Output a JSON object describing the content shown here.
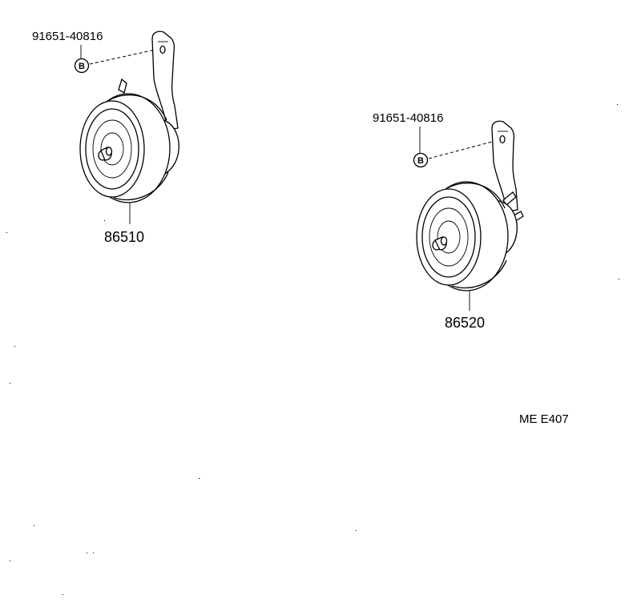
{
  "diagram": {
    "horns": [
      {
        "part_number": "86510",
        "bolt_part_number": "91651-40816",
        "bolt_symbol": "B"
      },
      {
        "part_number": "86520",
        "bolt_part_number": "91651-40816",
        "bolt_symbol": "B"
      }
    ],
    "figure_code": "ME E407"
  }
}
